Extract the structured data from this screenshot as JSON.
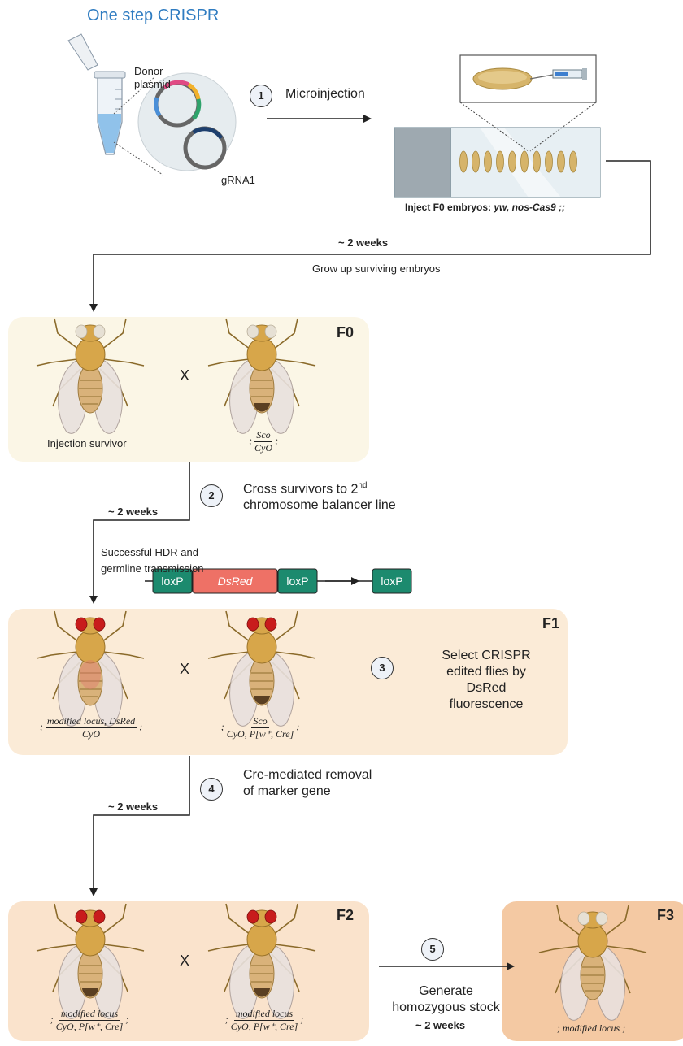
{
  "title": "One step CRISPR",
  "top": {
    "donor_label_1": "Donor",
    "donor_label_2": "plasmid",
    "grna_label": "gRNA1",
    "inject_prefix": "Inject F0 embryos: ",
    "inject_genotype": "yw, nos-Cas9 ;;",
    "weeks": "~ 2 weeks",
    "grow_text": "Grow up surviving embryos"
  },
  "steps": [
    {
      "num": "1",
      "text_1": "Microinjection",
      "text_2": ""
    },
    {
      "num": "2",
      "text_1": "Cross survivors to 2",
      "sup": "nd",
      "text_2": "chromosome balancer line"
    },
    {
      "num": "3",
      "text_1": "Select CRISPR",
      "text_2": "edited flies by",
      "text_3": "DsRed fluorescence"
    },
    {
      "num": "4",
      "text_1": "Cre-mediated removal",
      "text_2": "of marker gene"
    },
    {
      "num": "5",
      "text_1": "Generate",
      "text_2": "homozygous stock"
    }
  ],
  "f0": {
    "label": "F0",
    "cross": "X",
    "left_caption": "Injection survivor",
    "right_pre": ";",
    "right_num": "Sco",
    "right_den": "CyO",
    "right_post": ";"
  },
  "f0_f1": {
    "weeks": "~ 2 weeks",
    "note_1": "Successful HDR and",
    "note_2": "germline transmission"
  },
  "f1": {
    "label": "F1",
    "cross": "X",
    "left_num": "modified locus, DsRed",
    "left_den": "CyO",
    "right_num": "Sco",
    "right_den": "CyO, P[w⁺, Cre]",
    "sep": ";"
  },
  "f1_f2": {
    "weeks": "~ 2 weeks",
    "loxp": "loxP",
    "dsred": "DsRed"
  },
  "f2": {
    "label": "F2",
    "cross": "X",
    "left_num": "modified locus",
    "left_den": "CyO, P[w⁺, Cre]",
    "right_num": "modified locus",
    "right_den": "CyO, P[w⁺, Cre]",
    "sep": ";",
    "weeks": "~ 2 weeks"
  },
  "f3": {
    "label": "F3",
    "caption": "; modified locus ;"
  },
  "colors": {
    "title": "#2f7cc1",
    "f0_panel": "#fbf6e6",
    "f1_panel": "#fbebd7",
    "f2_panel": "#fae3cc",
    "f3_panel": "#f4c9a3",
    "loxp": "#1c8a6e",
    "dsred": "#ee7166",
    "fly_body": "#d7a64a",
    "red_eye": "#c81c1c"
  }
}
